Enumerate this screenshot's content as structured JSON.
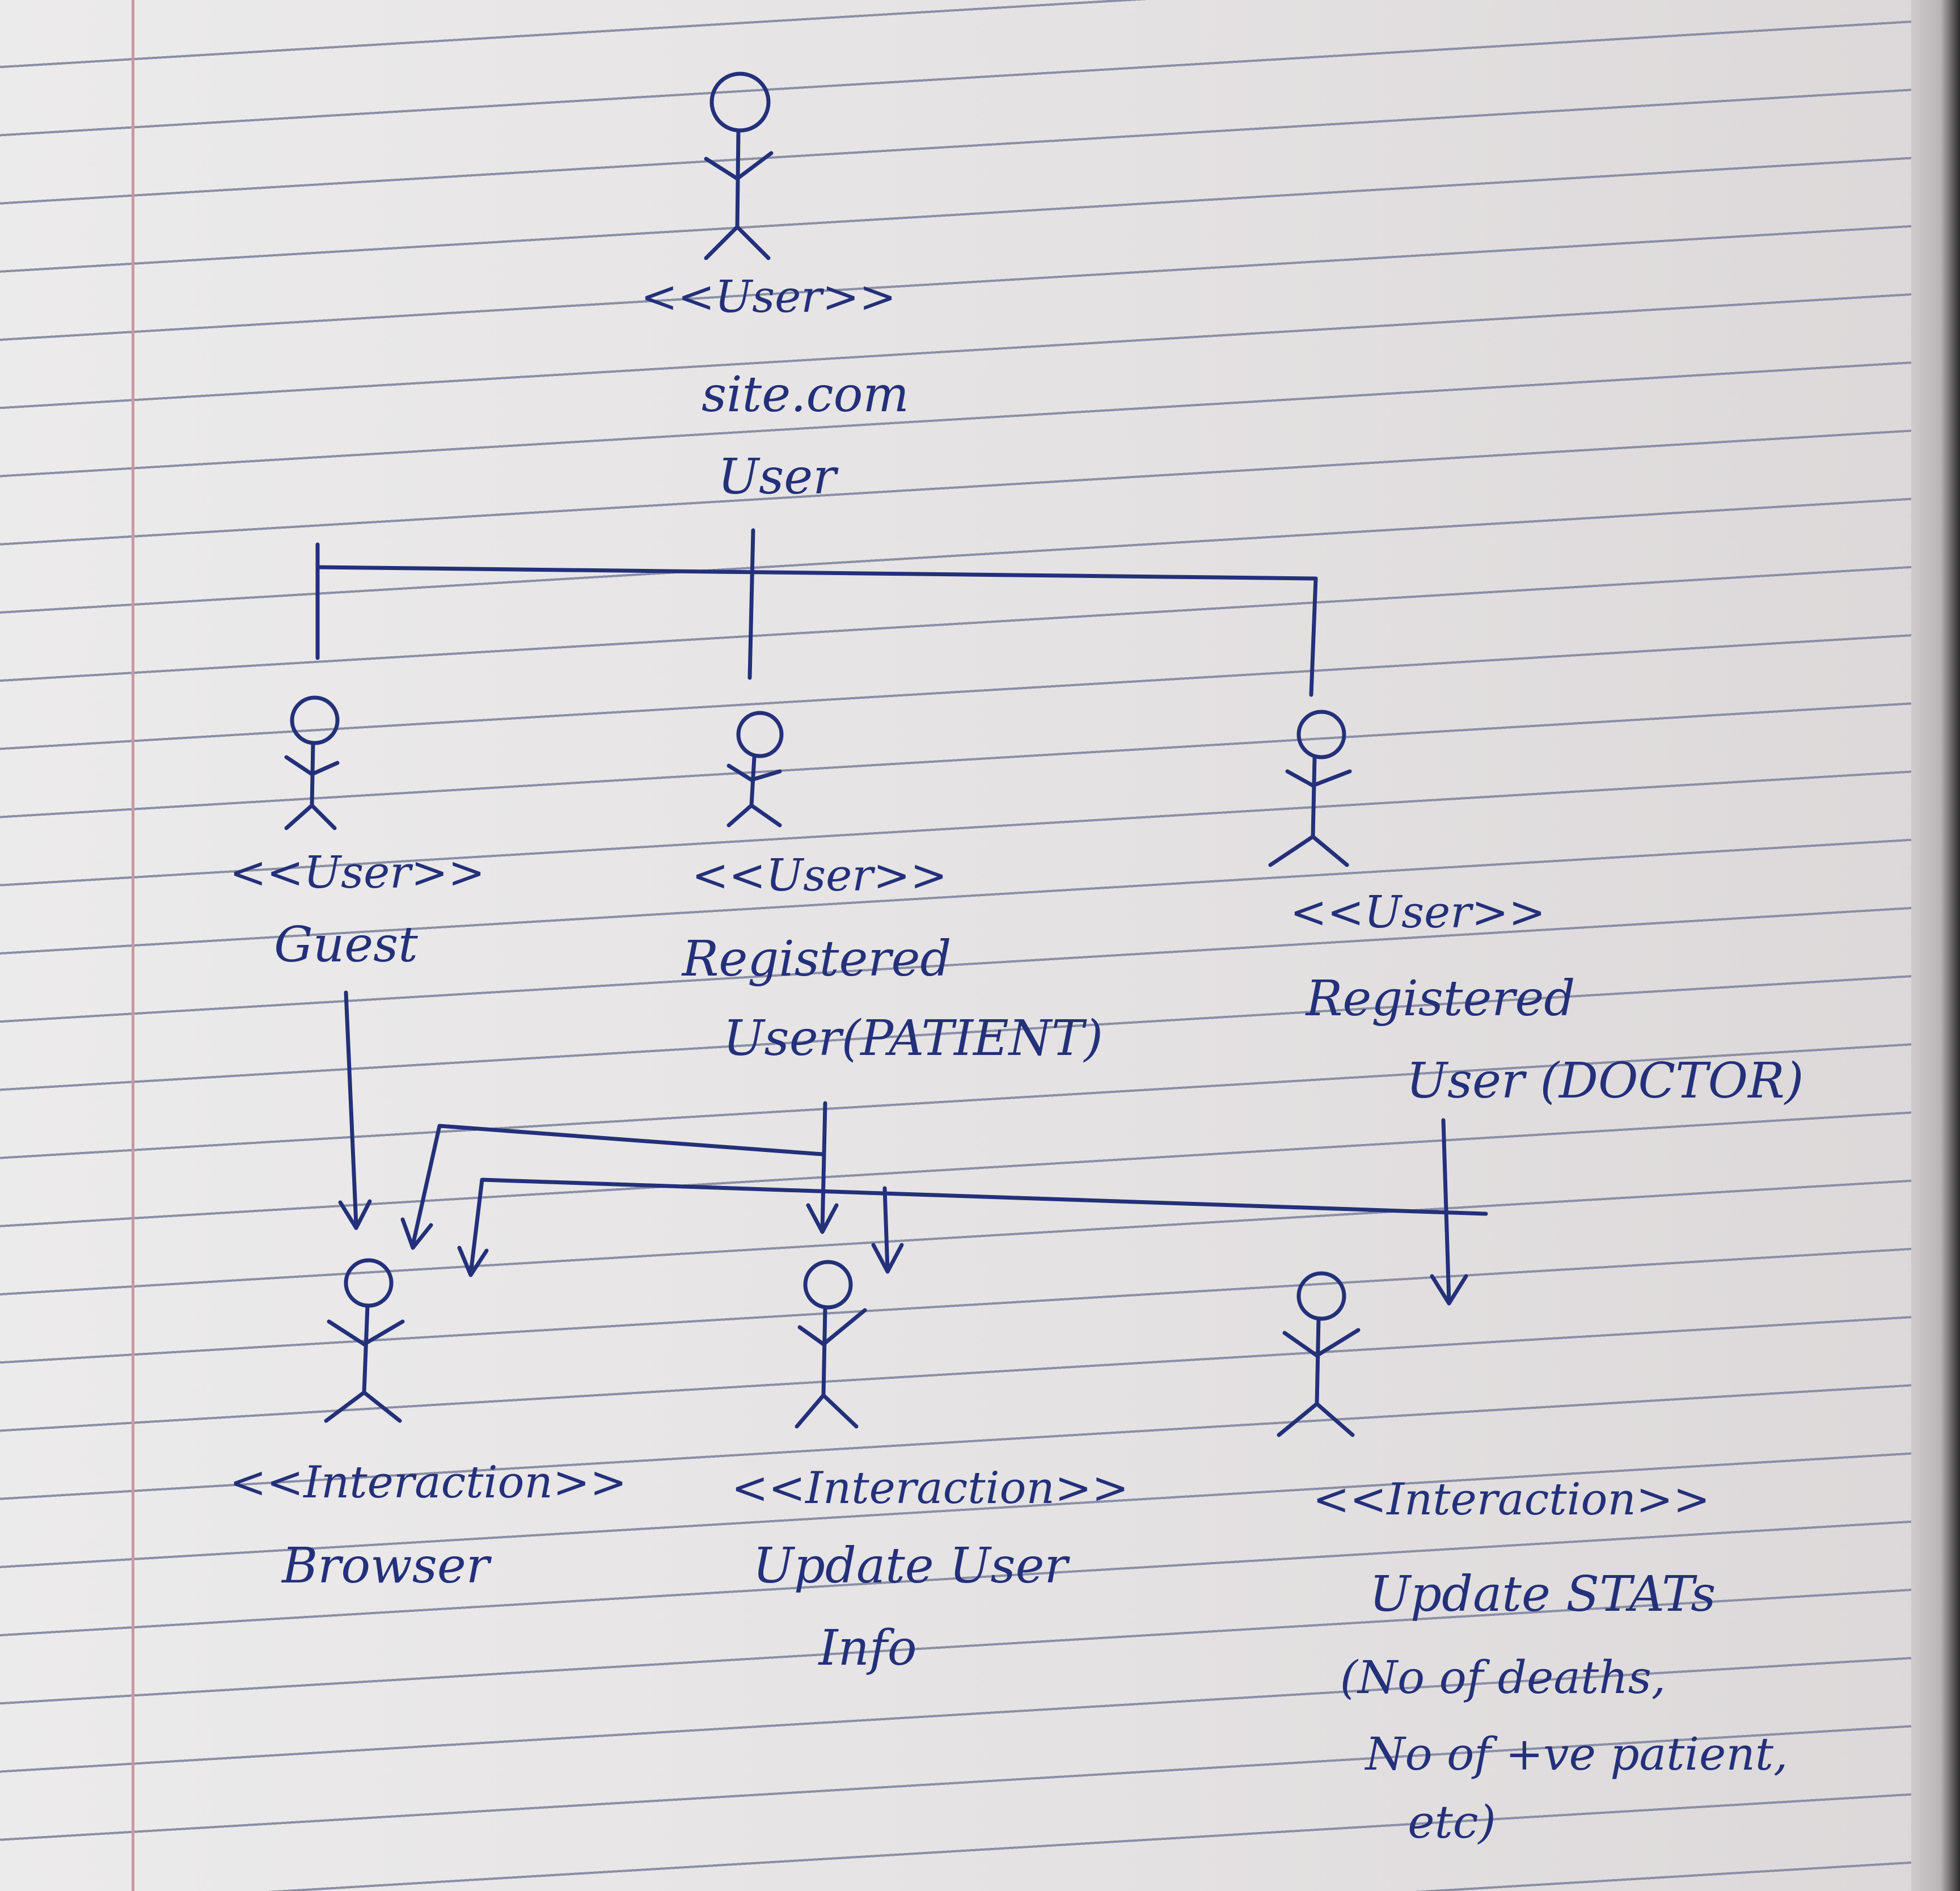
{
  "diagram": {
    "root": {
      "stereotype": "<<User>>",
      "name_line1": "site.com",
      "name_line2": "User"
    },
    "actors": [
      {
        "stereotype": "<<User>>",
        "lines": [
          "Guest"
        ]
      },
      {
        "stereotype": "<<User>>",
        "lines": [
          "Registered",
          "User(PATIENT)"
        ]
      },
      {
        "stereotype": "<<User>>",
        "lines": [
          "Registered",
          "User (DOCTOR)"
        ]
      }
    ],
    "interactions": [
      {
        "stereotype": "<<Interaction>>",
        "lines": [
          "Browser"
        ]
      },
      {
        "stereotype": "<<Interaction>>",
        "lines": [
          "Update User",
          "Info"
        ]
      },
      {
        "stereotype": "<<Interaction>>",
        "lines": [
          "Update STATs",
          "(No of deaths,",
          "No of +ve patient,",
          "etc)"
        ]
      }
    ]
  },
  "colors": {
    "ink": "#23307a",
    "paper": "#e9e7e7",
    "rule": "#8a8fa6",
    "margin": "#c89aa3"
  }
}
